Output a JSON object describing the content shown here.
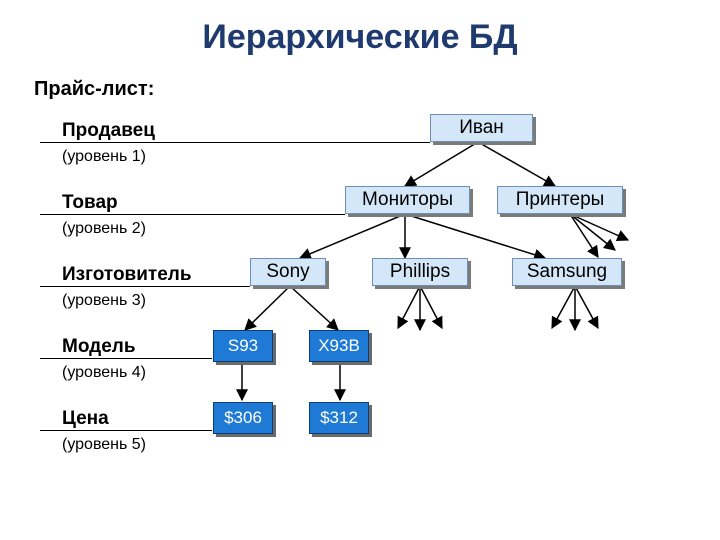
{
  "title": "Иерархические БД",
  "subtitle": "Прайс-лист:",
  "levels": [
    {
      "name": "Продавец",
      "level": "(уровень 1)"
    },
    {
      "name": "Товар",
      "level": "(уровень 2)"
    },
    {
      "name": "Изготовитель",
      "level": "(уровень 3)"
    },
    {
      "name": "Модель",
      "level": "(уровень 4)"
    },
    {
      "name": "Цена",
      "level": "(уровень 5)"
    }
  ],
  "nodes": {
    "seller": "Иван",
    "monitors": "Мониторы",
    "printers": "Принтеры",
    "sony": "Sony",
    "phillips": "Phillips",
    "samsung": "Samsung",
    "s93": "S93",
    "x93b": "X93B",
    "price_s93": "$306",
    "price_x93b": "$312"
  },
  "colors": {
    "title": "#1f3a6e",
    "light_node": "#d3e7f9",
    "dark_node": "#1f7ad6"
  }
}
